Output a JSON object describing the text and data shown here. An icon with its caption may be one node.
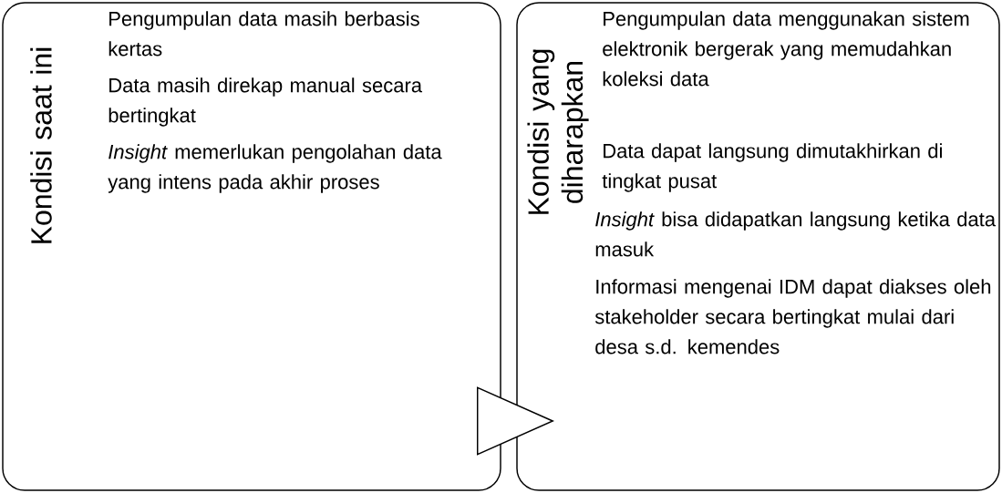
{
  "diagram": {
    "nodes": [
      {
        "text": [
          "Kondisi saat ini",
          "Pengumpulan data masih berbasis kertas",
          "Data masih direkap manual secara bertingkat",
          "*Insight* memerlukan pengolahan data yang intens pada akhir proses"
        ]
      },
      {
        "text": [
          "Kondisi yang diharapkan",
          "Pengumpulan data menggunakan sistem elektronik bergerak yang memudahkan koleksi data",
          "Data dapat langsung dimutakhirkan di tingkat pusat",
          "*Insight* bisa didapatkan langsung ketika data masuk",
          "Informasi mengenai IDM dapat diakses oleh stakeholder secara bertingkat mulai dari desa s.d. kemendes"
        ]
      }
    ],
    "edges": [
      {
        "from": 0,
        "to": 1,
        "arrow": "to"
      }
    ]
  }
}
